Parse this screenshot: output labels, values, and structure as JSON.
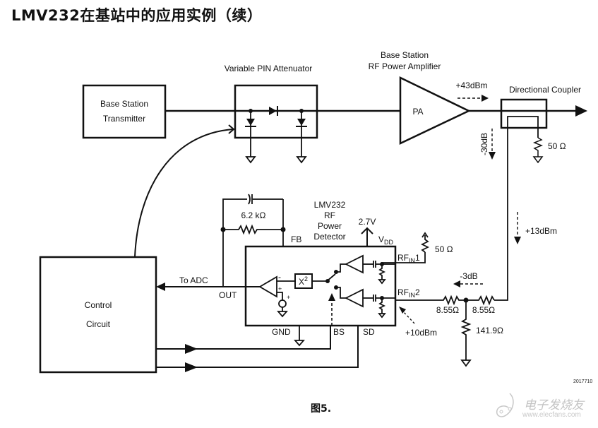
{
  "title": "LMV232在基站中的应用实例（续）",
  "caption": "图5.",
  "figure_id": "2017710",
  "watermark": {
    "name": "电子发烧友",
    "url": "www.elecfans.com"
  },
  "blocks": {
    "transmitter": {
      "line1": "Base Station",
      "line2": "Transmitter"
    },
    "attenuator": {
      "label": "Variable PIN Attenuator"
    },
    "pa": {
      "label_line1": "Base Station",
      "label_line2": "RF Power Amplifier",
      "symbol": "PA"
    },
    "coupler": {
      "label": "Directional Coupler"
    },
    "control": {
      "line1": "Control",
      "line2": "Circuit"
    },
    "detector": {
      "line1": "LMV232",
      "line2": "RF",
      "line3": "Power",
      "line4": "Detector"
    }
  },
  "pins": {
    "fb": "FB",
    "out": "OUT",
    "gnd": "GND",
    "bs": "BS",
    "sd": "SD",
    "vdd": "V",
    "vdd_sub": "DD",
    "rfin1": "RF",
    "rfin1_sub": "IN",
    "rfin1_num": "1",
    "rfin2": "RF",
    "rfin2_sub": "IN",
    "rfin2_num": "2"
  },
  "components": {
    "feedback_resistor": "6.2 kΩ",
    "coupler_termination": "50 Ω",
    "rfin1_termination": "50 Ω",
    "pad_series_1": "8.55Ω",
    "pad_series_2": "8.55Ω",
    "pad_shunt": "141.9Ω",
    "supply": "2.7V",
    "squarer": "X",
    "squarer_exp": "2",
    "opamp_minus": "-",
    "opamp_plus": "+",
    "ref_plus": "+"
  },
  "annotations": {
    "pa_output": "+43dBm",
    "coupling": "-30dB",
    "coupled_power": "+13dBm",
    "pad_loss": "-3dB",
    "detector_input": "+10dBm",
    "to_adc": "To ADC"
  }
}
